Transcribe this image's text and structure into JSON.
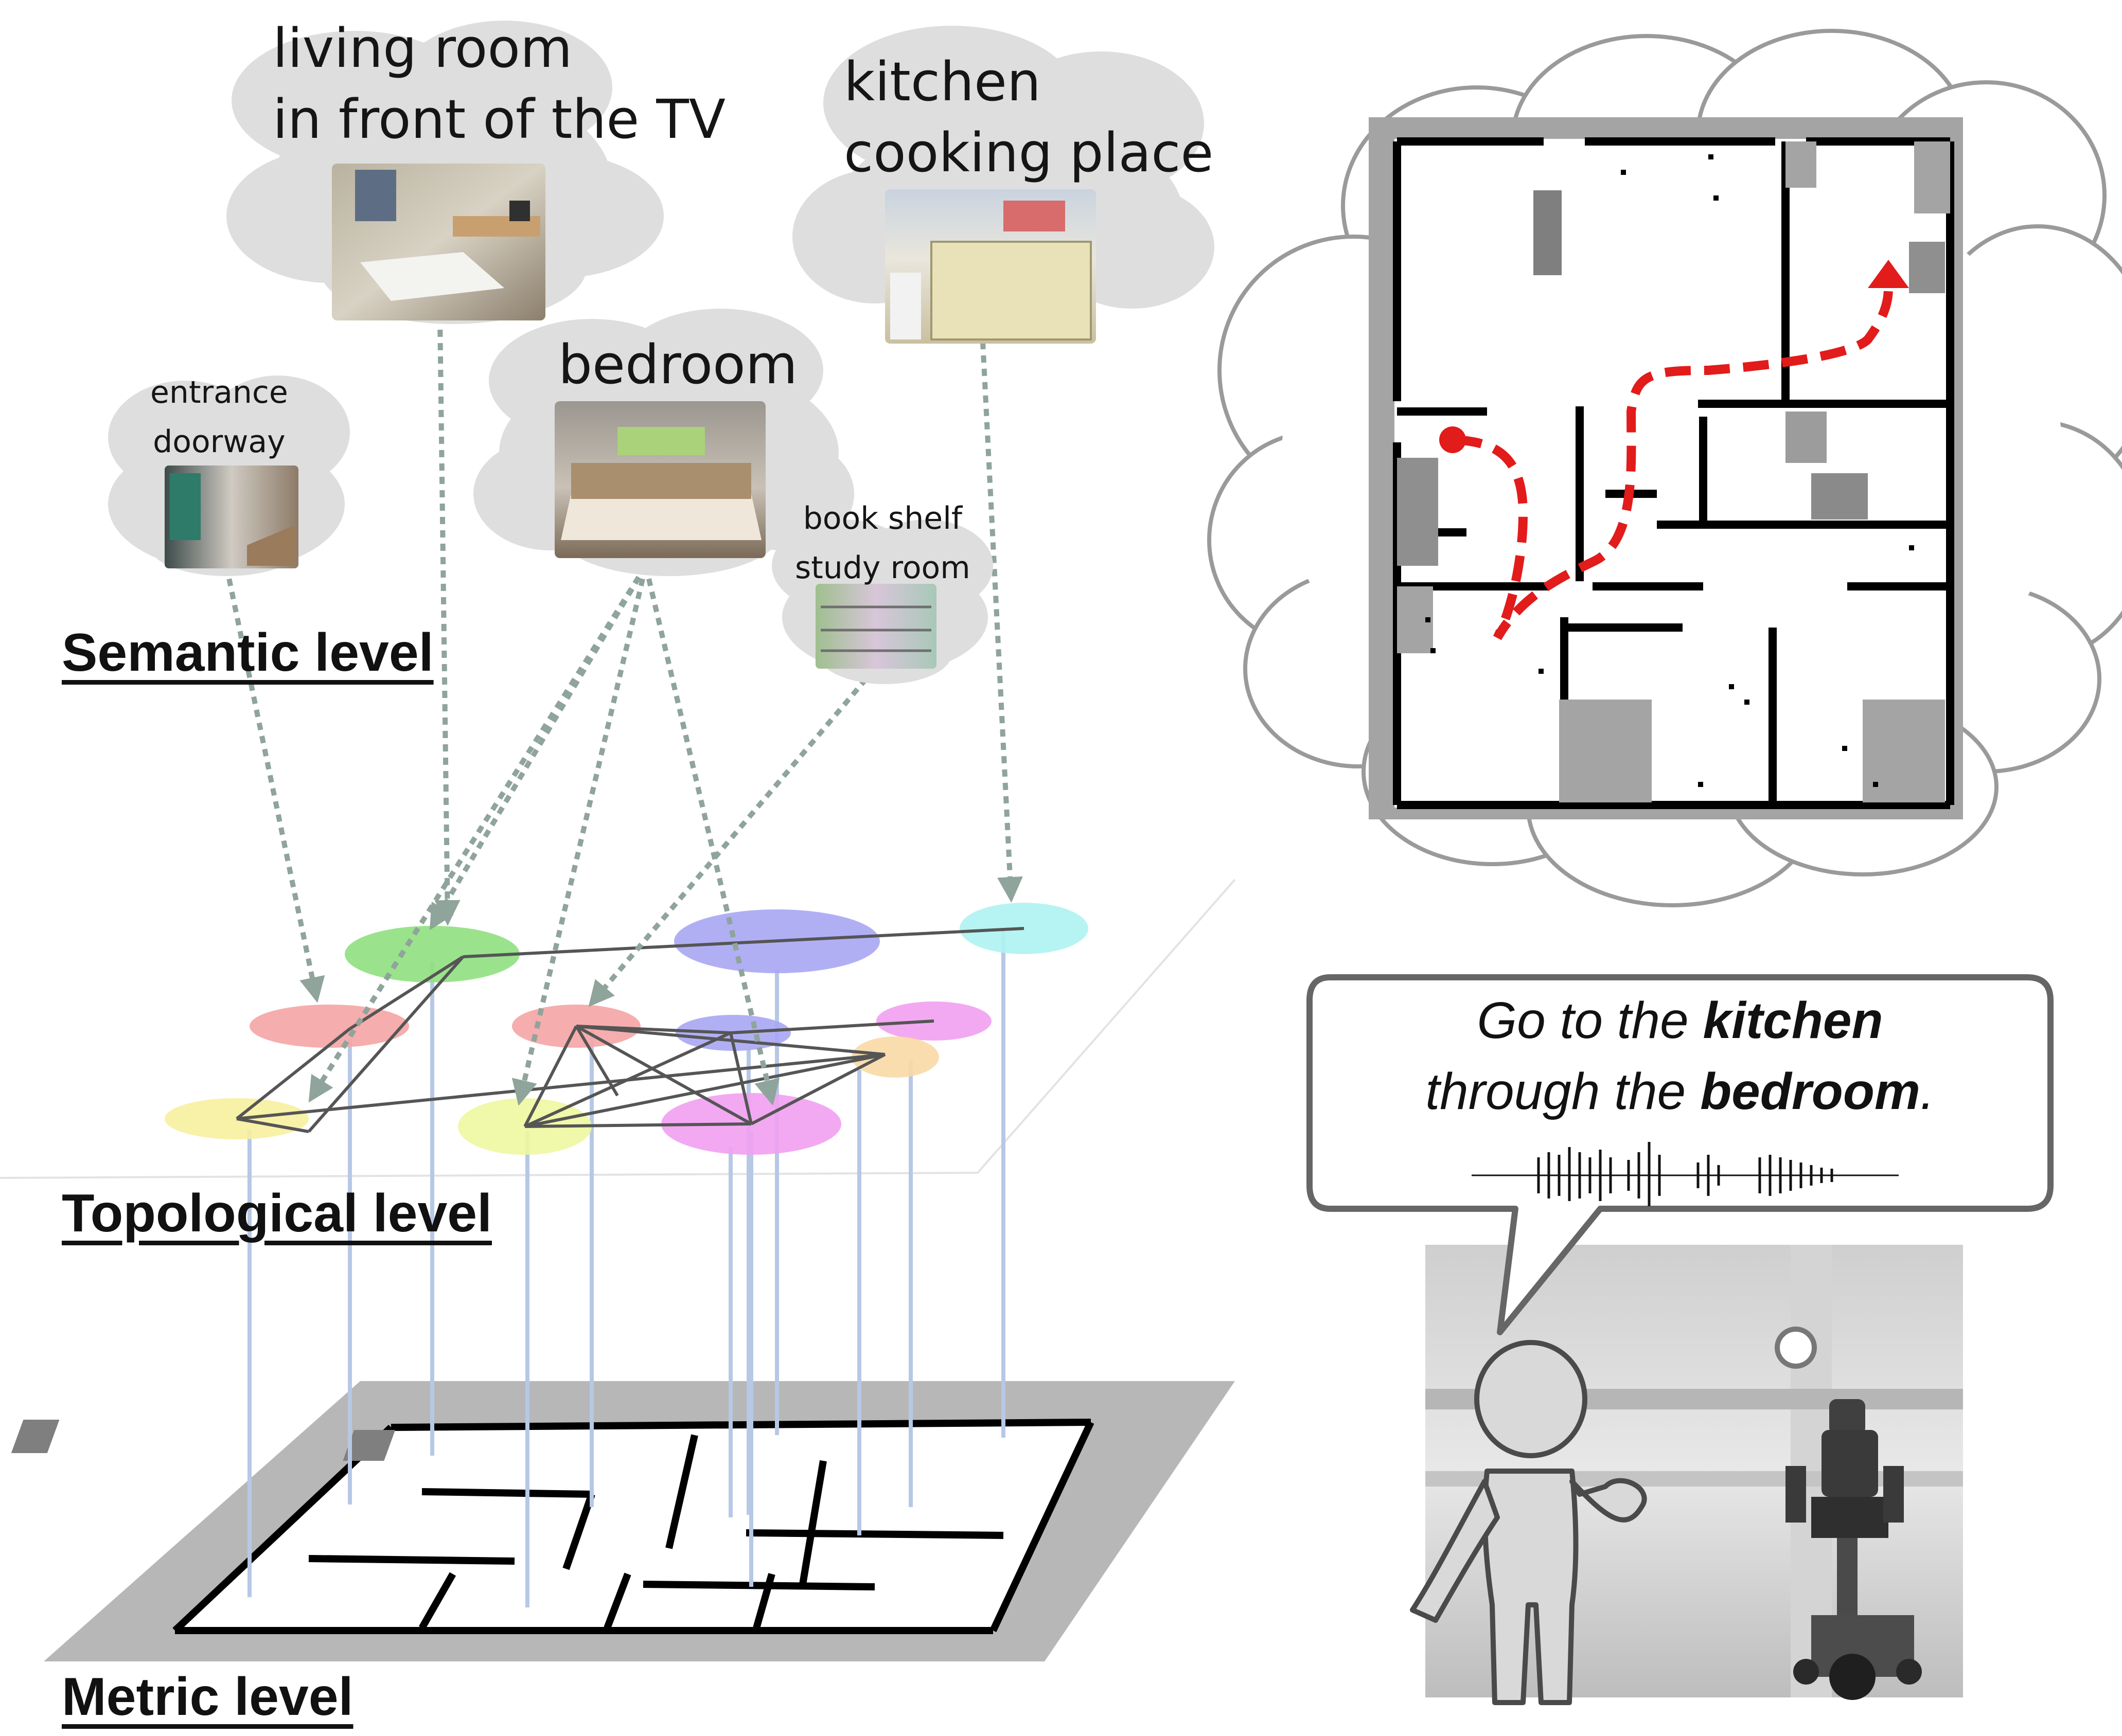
{
  "levels": {
    "semantic": "Semantic level",
    "topological": "Topological level",
    "metric": "Metric level"
  },
  "places": {
    "living_room": {
      "line1": "living room",
      "line2": "in front of the TV"
    },
    "kitchen": {
      "line1": "kitchen",
      "line2": "cooking place"
    },
    "bedroom": {
      "line1": "bedroom"
    },
    "entrance": {
      "line1": "entrance",
      "line2": "doorway"
    },
    "study": {
      "line1": "book shelf",
      "line2": "study room"
    }
  },
  "speech": {
    "part1": "Go to the ",
    "keyword1": "kitchen",
    "part2": "through the ",
    "keyword2": "bedroom",
    "end": "."
  },
  "colors": {
    "node_green": "#8fe07f",
    "node_blue": "#a9a6f3",
    "node_cyan": "#aef3f2",
    "node_red": "#f5a4a4",
    "node_magenta": "#f1a0f1",
    "node_yellow": "#f7ef9e",
    "node_lime": "#eef7a0",
    "node_orange": "#f9d9a6",
    "arrow": "#8fa49b",
    "pillar": "#b7c8e6",
    "path": "#e21b1b",
    "cloud_fill": "#dedede"
  }
}
